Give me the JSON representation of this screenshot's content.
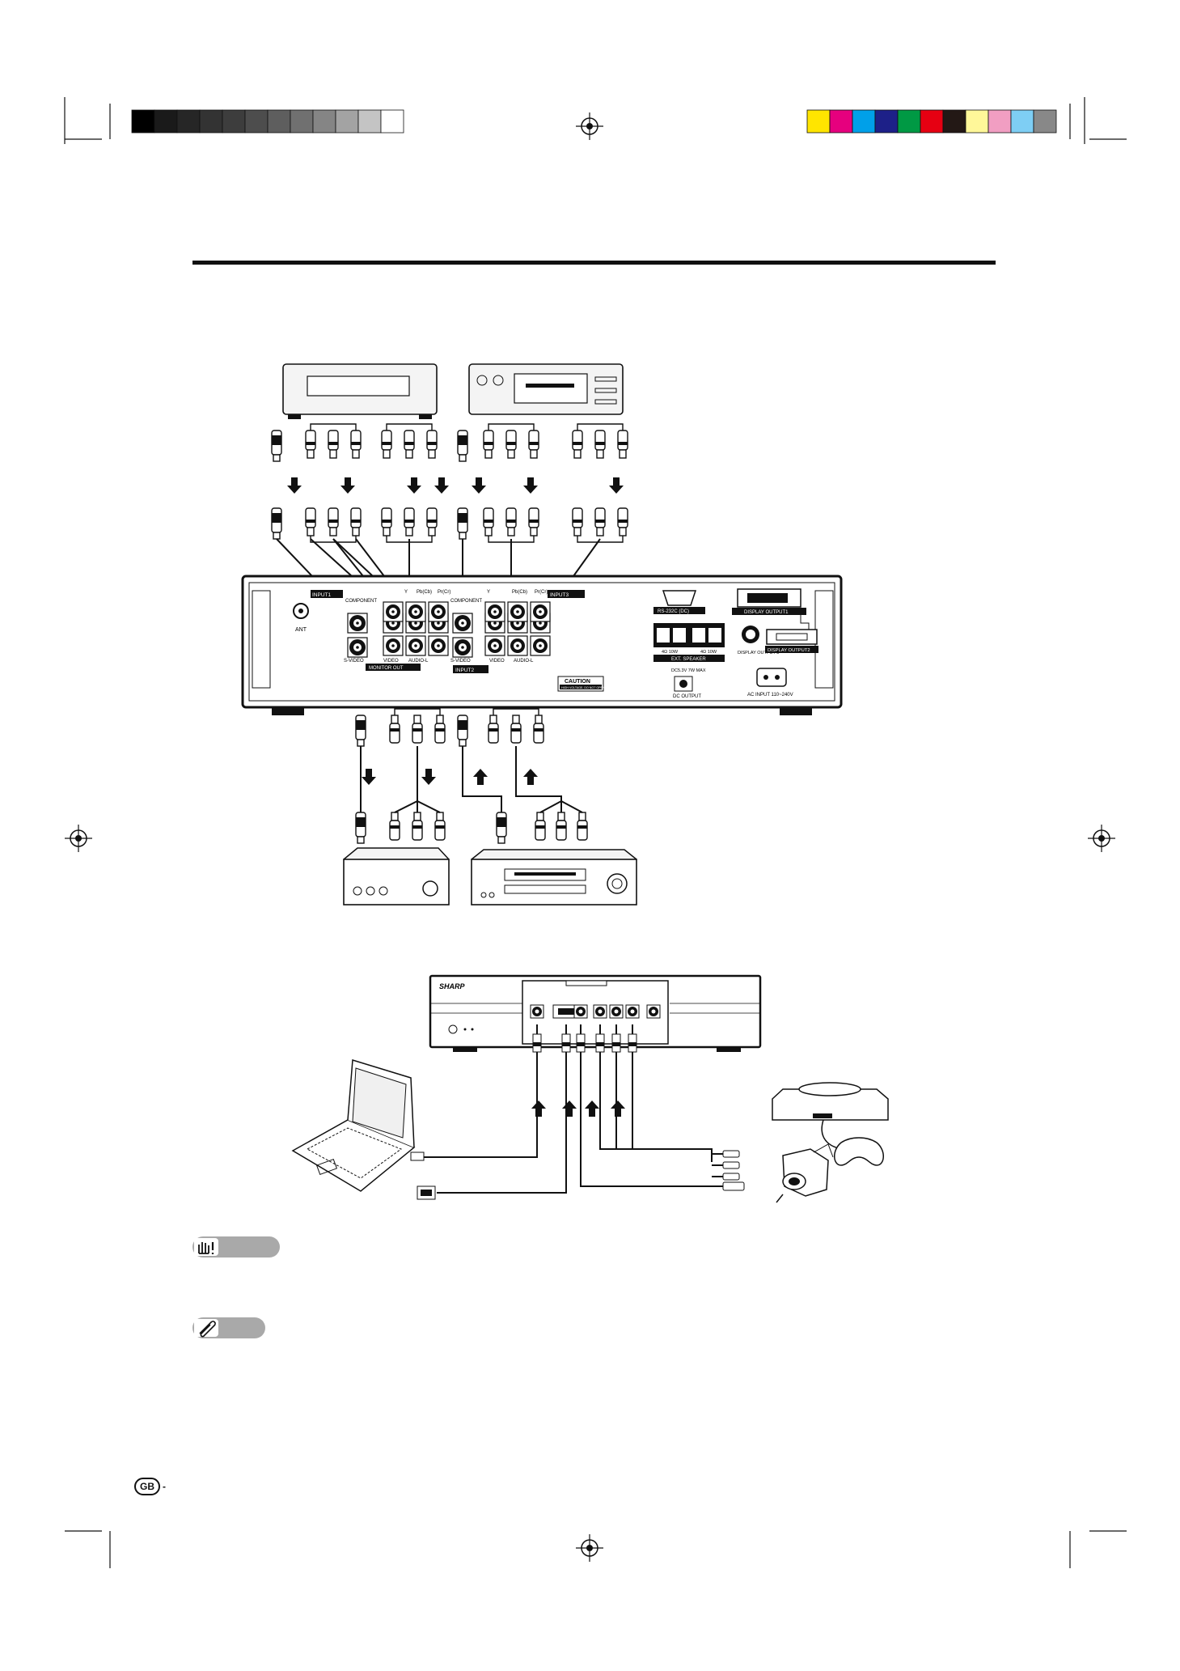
{
  "page": {
    "language_marker": "GB",
    "marker_suffix": "-"
  },
  "panel": {
    "ant_label": "ANT",
    "input1_label": "INPUT1",
    "component_label_1": "COMPONENT",
    "component_label_2": "COMPONENT",
    "y_label_1": "Y",
    "y_label_2": "Y",
    "pb_label_1": "Pb(Cb)",
    "pb_label_2": "Pb(Cb)",
    "pr_label_1": "Pr(Cr)",
    "pr_label_2": "Pr(Cr)",
    "svideo_label_1": "S-VIDEO",
    "svideo_label_2": "S-VIDEO",
    "video_label_1": "VIDEO",
    "video_label_2": "VIDEO",
    "audio_label_1": "AUDIO-L",
    "audio_label_2": "AUDIO-L",
    "monitor_out_label": "MONITOR OUT",
    "input2_label": "INPUT2",
    "input3_label": "INPUT3",
    "rs232c_label": "RS-232C (DC)",
    "display_output1_label": "DISPLAY OUTPUT1",
    "display_output2_label": "DISPLAY OUTPUT2",
    "display_output3_label": "DISPLAY OUTPUT 3",
    "ext_speaker_label": "EXT. SPEAKER",
    "speaker_r_label": "4Ω 10W",
    "speaker_l_label": "4Ω 10W",
    "dc_output_label": "DC OUTPUT",
    "dc_spec_label": "DC5.3V 7W MAX",
    "ac_input_label": "AC INPUT 110~240V",
    "caution_title": "CAUTION",
    "caution_text": "HIGH VOLTAGE. DO NOT OPEN."
  },
  "front": {
    "brand": "SHARP"
  },
  "badges": {
    "caution_icon": "hand-warning-icon",
    "note_icon": "paperclip-note-icon"
  },
  "colors": {
    "ink": "#111111",
    "badge_gray": "#a9a9a9",
    "registration_colors": [
      "#ffe500",
      "#e6007e",
      "#00a0e9",
      "#1d2088",
      "#009944",
      "#e60012",
      "#231815",
      "#fff799",
      "#f19ec2",
      "#7ecef4",
      "#888888"
    ],
    "grayscale_steps": [
      "#000000",
      "#1a1a1a",
      "#262626",
      "#333333",
      "#3d3d3d",
      "#4d4d4d",
      "#5e5e5e",
      "#707070",
      "#858585",
      "#a3a3a3",
      "#c4c4c4",
      "#ffffff"
    ]
  }
}
